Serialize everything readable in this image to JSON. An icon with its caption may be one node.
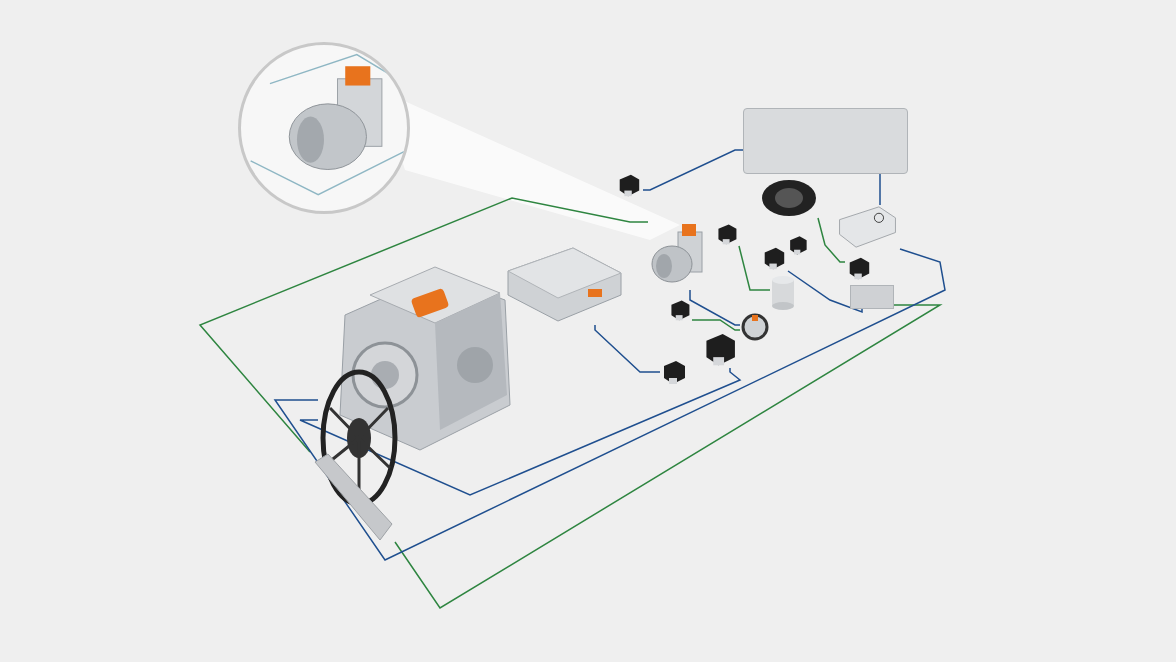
{
  "diagram": {
    "nodes": [
      {
        "text": [],
        "shape": "picture"
      },
      {
        "text": [],
        "shape": "picture"
      },
      {
        "text": [],
        "shape": "picture"
      },
      {
        "text": [],
        "shape": "picture"
      },
      {
        "text": [],
        "shape": "box"
      },
      {
        "text": [],
        "shape": "picture"
      },
      {
        "text": [],
        "shape": "bar"
      },
      {
        "text": [],
        "shape": "picture"
      },
      {
        "text": [],
        "shape": "picture"
      },
      {
        "text": [],
        "shape": "picture"
      },
      {
        "text": [],
        "shape": "picture"
      },
      {
        "text": [],
        "shape": "picture"
      },
      {
        "text": [],
        "shape": "picture"
      },
      {
        "text": [],
        "shape": "cylinder"
      },
      {
        "text": [],
        "shape": "bar"
      },
      {
        "text": [],
        "shape": "picture"
      },
      {
        "text": [],
        "shape": "picture"
      },
      {
        "text": [],
        "shape": "picture"
      },
      {
        "text": [],
        "shape": "picture"
      },
      {
        "text": [],
        "shape": "picture"
      }
    ],
    "edges": [
      {
        "from": 6,
        "to": 3,
        "arrow": "none",
        "color": "#2e8540"
      },
      {
        "from": 6,
        "to": 14,
        "arrow": "none",
        "color": "#2e8540"
      },
      {
        "from": 5,
        "to": 8,
        "arrow": "none"
      },
      {
        "from": 5,
        "to": 11,
        "arrow": "none"
      },
      {
        "from": 2,
        "to": 10,
        "arrow": "none"
      },
      {
        "from": 9,
        "to": 4,
        "arrow": "none"
      },
      {
        "from": 4,
        "to": 8,
        "arrow": "none"
      },
      {
        "from": 17,
        "to": 13,
        "arrow": "none",
        "color": "#2e8540"
      },
      {
        "from": 3,
        "to": 12,
        "arrow": "none"
      },
      {
        "from": 7,
        "to": 15,
        "arrow": "none",
        "color": "#2e8540"
      },
      {
        "from": 16,
        "to": 14,
        "arrow": "none"
      },
      {
        "from": 19,
        "to": 12,
        "arrow": "none",
        "color": "#2e8540"
      }
    ]
  }
}
